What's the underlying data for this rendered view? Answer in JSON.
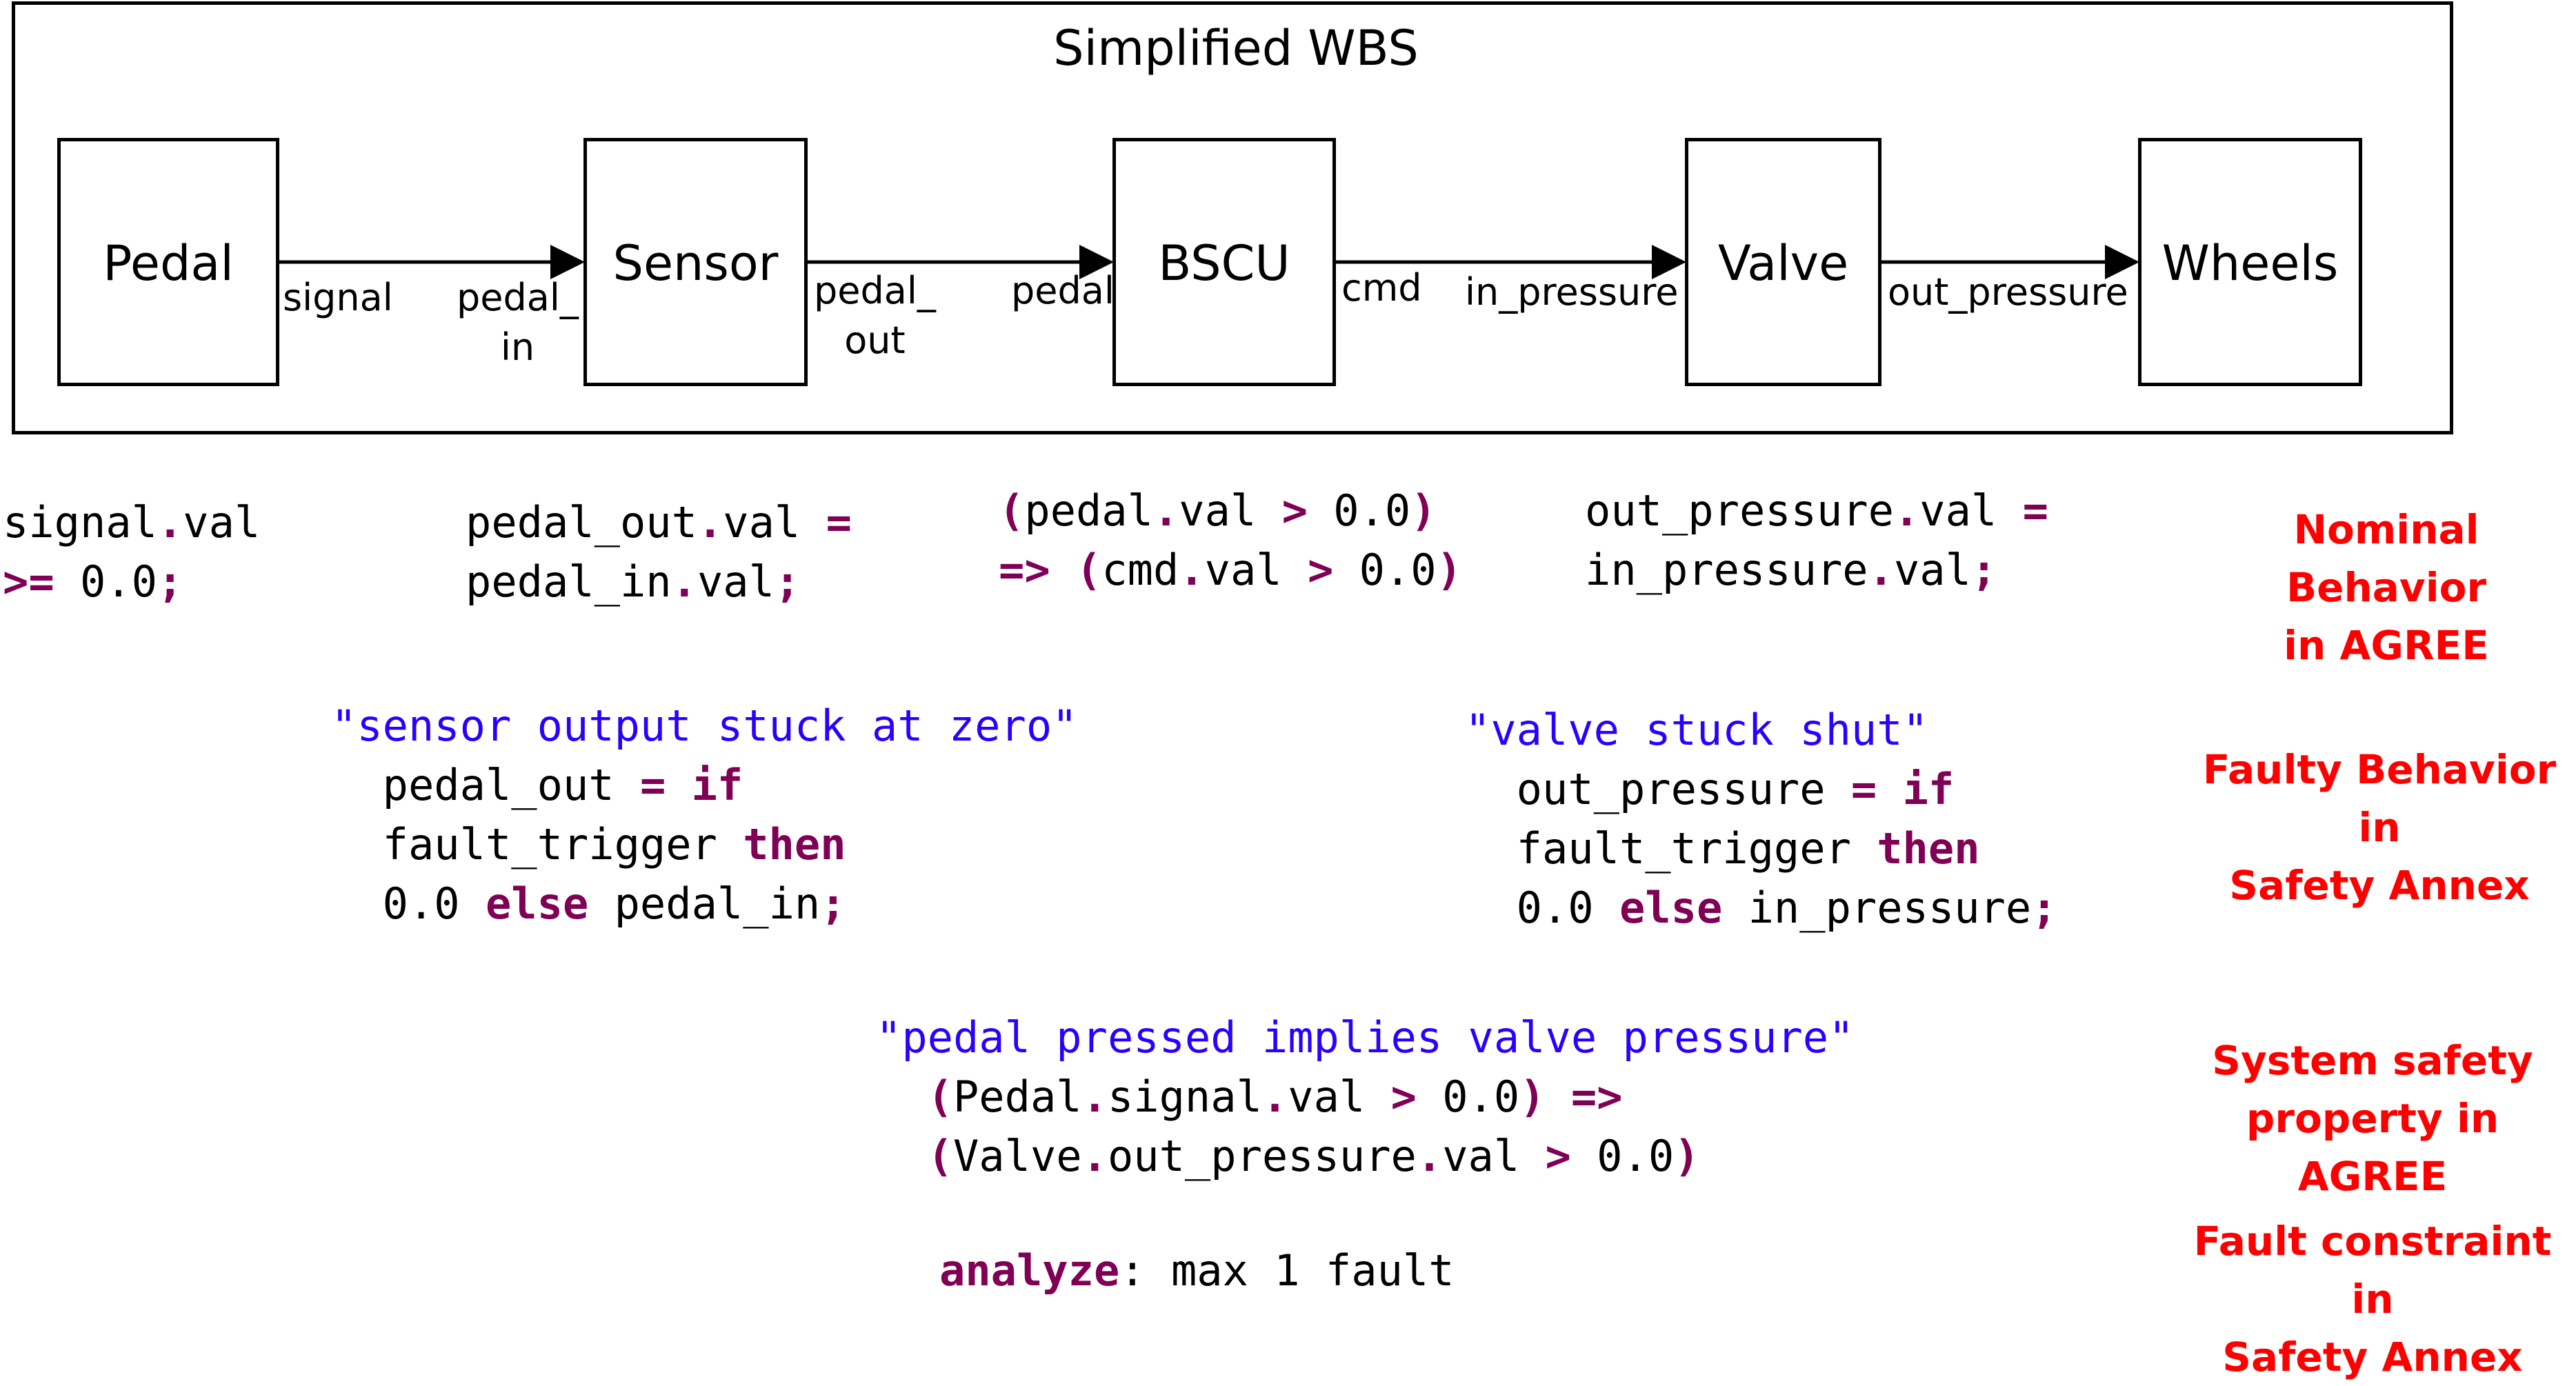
{
  "diagram": {
    "title": "Simplified WBS",
    "components": [
      {
        "id": "pedal",
        "label": "Pedal"
      },
      {
        "id": "sensor",
        "label": "Sensor"
      },
      {
        "id": "bscu",
        "label": "BSCU"
      },
      {
        "id": "valve",
        "label": "Valve"
      },
      {
        "id": "wheels",
        "label": "Wheels"
      }
    ],
    "connections": [
      {
        "from": "pedal",
        "to": "sensor",
        "out_port": "signal",
        "in_port": "pedal_\nin"
      },
      {
        "from": "sensor",
        "to": "bscu",
        "out_port": "pedal_\nout",
        "in_port": "pedal"
      },
      {
        "from": "bscu",
        "to": "valve",
        "out_port": "cmd",
        "in_port": "in_pressure"
      },
      {
        "from": "valve",
        "to": "wheels",
        "out_port": "out_pressure",
        "in_port": ""
      }
    ]
  },
  "nominal": {
    "pedal_text": [
      "signal",
      ".",
      "val\n",
      ">= ",
      "0.0",
      ";"
    ],
    "sensor_text": [
      "pedal_out",
      ".",
      "val ",
      "=",
      "\npedal_in",
      ".",
      "val",
      ";"
    ],
    "bscu_text": [
      "(",
      "pedal",
      ".",
      "val ",
      ">",
      " 0.0",
      ")",
      "\n=>",
      " ",
      "(",
      "cmd",
      ".",
      "val ",
      ">",
      " 0.0",
      ")"
    ],
    "valve_text": [
      "out_pressure",
      ".",
      "val ",
      "=",
      "\nin_pressure",
      ".",
      "val",
      ";"
    ]
  },
  "faulty": {
    "sensor": {
      "name": "\"sensor output stuck at zero\"",
      "text": [
        "  pedal_out ",
        "=",
        " ",
        "if",
        "\n  fault_trigger ",
        "then",
        "\n  0.0 ",
        "else",
        " pedal_in",
        ";"
      ]
    },
    "valve": {
      "name": "\"valve stuck shut\"",
      "text": [
        "  out_pressure ",
        "=",
        " ",
        "if",
        "\n  fault_trigger ",
        "then",
        "\n  0.0 ",
        "else",
        " in_pressure",
        ";"
      ]
    }
  },
  "property": {
    "name": "\"pedal pressed implies valve pressure\"",
    "text": [
      "  ",
      "(",
      "Pedal",
      ".",
      "signal",
      ".",
      "val ",
      ">",
      " 0.0",
      ")",
      " ",
      "=>",
      "\n  ",
      "(",
      "Valve",
      ".",
      "out_pressure",
      ".",
      "val ",
      ">",
      " 0.0",
      ")"
    ]
  },
  "constraint": {
    "keyword": "analyze",
    "text": ": max 1 fault"
  },
  "labels": {
    "nominal": "Nominal Behavior\nin AGREE",
    "faulty": "Faulty Behavior in\nSafety Annex",
    "property": "System safety\nproperty in AGREE",
    "constraint": "Fault constraint in\nSafety Annex"
  },
  "colors": {
    "keyword": "#7f0055",
    "string": "#2a00ff",
    "label": "#ff0000"
  }
}
